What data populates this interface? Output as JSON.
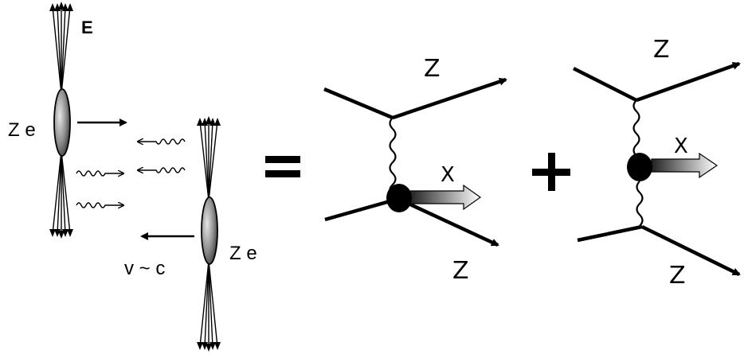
{
  "left_panel": {
    "field_label": "E",
    "nucleus_top_label": "Z e",
    "nucleus_bottom_label": "Z e",
    "velocity_label": "v ~ c"
  },
  "equation": {
    "equals_symbol": "=",
    "plus_symbol": "+"
  },
  "diagram_1": {
    "outgoing_top_label": "Z",
    "produced_label": "X",
    "outgoing_bottom_label": "Z"
  },
  "diagram_2": {
    "outgoing_top_label": "Z",
    "produced_label": "X",
    "outgoing_bottom_label": "Z"
  },
  "colors": {
    "ink": "#000000",
    "nucleus_fill": "#8a8a8a",
    "background": "#ffffff"
  }
}
